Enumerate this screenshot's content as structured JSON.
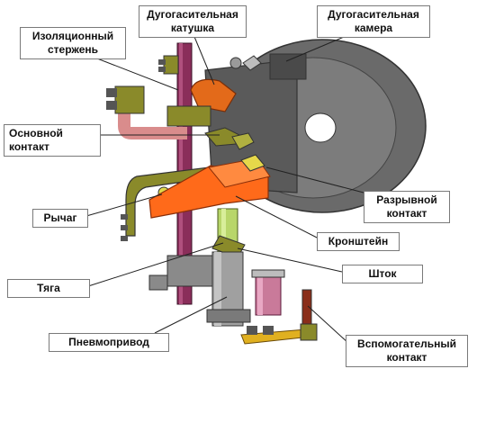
{
  "labels": {
    "isolation_rod": [
      "Изоляционный",
      "стержень"
    ],
    "arc_coil": [
      "Дугогасительная",
      "катушка"
    ],
    "arc_chamber": [
      "Дугогасительная",
      "камера"
    ],
    "main_contact": [
      "Основной",
      "контакт"
    ],
    "break_contact": [
      "Разрывной",
      "контакт"
    ],
    "lever": "Рычаг",
    "bracket": "Кронштейн",
    "rod_link": "Тяга",
    "stem": "Шток",
    "pneumatic_drive": "Пневмопривод",
    "aux_contact": [
      "Вспомогательный",
      "контакт"
    ]
  },
  "colors": {
    "chamber": "#6b6b6b",
    "rod": "#8a2e5a",
    "coil": "#e36a1a",
    "busbar": "#d98888",
    "bracket": "#ff6a1a",
    "olive": "#8a8a2a",
    "cylinder": "#8a8a8a",
    "aux": "#c97a9a"
  }
}
